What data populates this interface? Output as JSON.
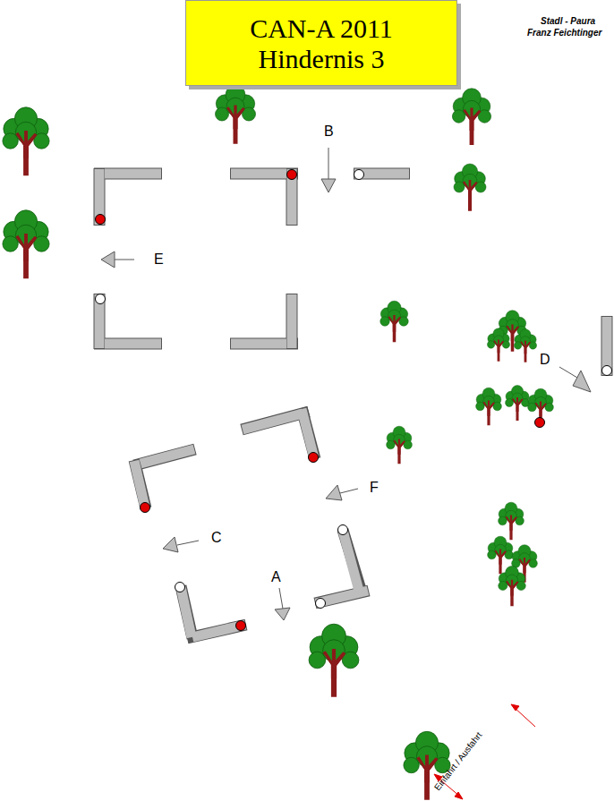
{
  "diagram": {
    "title": "CAN-A 2011 Hindernis 3",
    "labels": [
      "Stadl - Paura",
      "Franz Feichtinger",
      "B",
      "E",
      "D",
      "F",
      "C",
      "A",
      "Einfahrt / Ausfahrt"
    ]
  }
}
